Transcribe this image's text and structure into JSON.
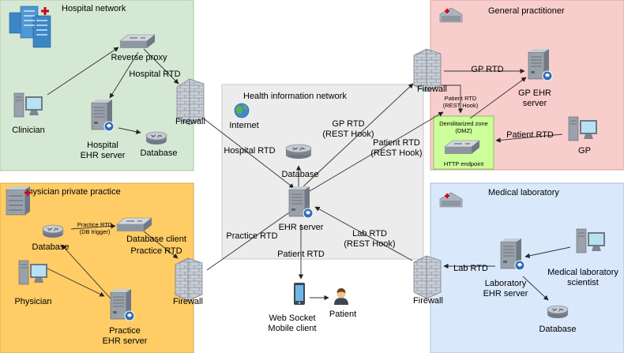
{
  "zones": {
    "hospital": {
      "title": "Hospital network",
      "color": "#d5e8d4"
    },
    "hin": {
      "title": "Health information network",
      "color": "#ececec"
    },
    "gp": {
      "title": "General practitioner",
      "color": "#f8cecc"
    },
    "private": {
      "title": "Physician private practice",
      "color": "#ffcc66"
    },
    "lab": {
      "title": "Medical laboratory",
      "color": "#dae8fc"
    },
    "dmz": {
      "title": "Demilitarized zone",
      "subtitle": "(DMZ)",
      "endpoint": "HTTP endpoint",
      "color": "#ccff99"
    }
  },
  "nodes": {
    "reverse_proxy": "Reverse proxy",
    "clinician": "Clinician",
    "hospital_ehr": [
      "Hospital",
      "EHR server"
    ],
    "hospital_db": "Database",
    "fw_hospital": "Firewall",
    "internet": "Internet",
    "hin_db": "Database",
    "ehr_server": "EHR server",
    "mobile_client": [
      "Web Socket",
      "Mobile client"
    ],
    "patient": "Patient",
    "fw_gp": "Firewall",
    "gp_ehr": [
      "GP EHR",
      "server"
    ],
    "gp": "GP",
    "pp_db": "Database",
    "db_client": "Database client",
    "physician": "Physician",
    "practice_ehr": [
      "Practice",
      "EHR server"
    ],
    "fw_practice": "Firewall",
    "fw_lab": "Firewall",
    "lab_ehr": [
      "Laboratory",
      "EHR server"
    ],
    "lab_scientist": [
      "Medical laboratory",
      "scientist"
    ],
    "lab_db": "Database"
  },
  "edge_labels": {
    "hospital_rtd_1": "Hospital RTD",
    "hospital_rtd_2": "Hospital RTD",
    "gp_rtd": "GP RTD",
    "gp_rest": [
      "GP RTD",
      "(REST Hook)"
    ],
    "patient_rest": [
      "Patient RTD",
      "(REST Hook)"
    ],
    "patient_rest_small": [
      "Patient RTD",
      "(REST Hook)"
    ],
    "patient_rtd_gp": "Patient RTD",
    "practice_trigger": [
      "Practice RTD",
      "(DB trigger)"
    ],
    "practice_rtd_1": "Practice RTD",
    "practice_rtd_2": "Practice RTD",
    "lab_rest": [
      "Lab RTD",
      "(REST Hook)"
    ],
    "lab_rtd": "Lab RTD",
    "patient_rtd": "Patient RTD"
  },
  "icons": {
    "building": "hospital-building-icon",
    "router": "router-icon",
    "firewall": "brick-firewall-icon",
    "server": "server-icon",
    "workstation": "workstation-icon",
    "globe": "internet-globe-icon",
    "phone": "mobile-phone-icon",
    "person": "person-icon",
    "clinic": "clinic-icon"
  }
}
